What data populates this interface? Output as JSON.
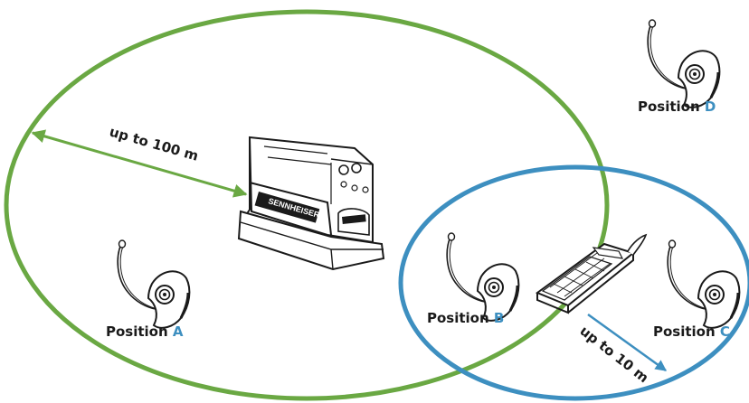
{
  "diagram": {
    "ranges": {
      "base_range_label": "up to 100 m",
      "phone_range_label": "up to 10 m"
    },
    "base_station": {
      "brand_text": "SENNHEISER"
    },
    "positions": [
      {
        "prefix": "Position",
        "letter": "A"
      },
      {
        "prefix": "Position",
        "letter": "B"
      },
      {
        "prefix": "Position",
        "letter": "C"
      },
      {
        "prefix": "Position",
        "letter": "D"
      }
    ],
    "colors": {
      "base_range": "#6aa843",
      "phone_range": "#3d8fc0",
      "position_letter": "#3d8fc0",
      "line_art": "#1a1a1a"
    },
    "icons": [
      "headset-icon",
      "base-station-icon",
      "mobile-phone-icon"
    ]
  }
}
